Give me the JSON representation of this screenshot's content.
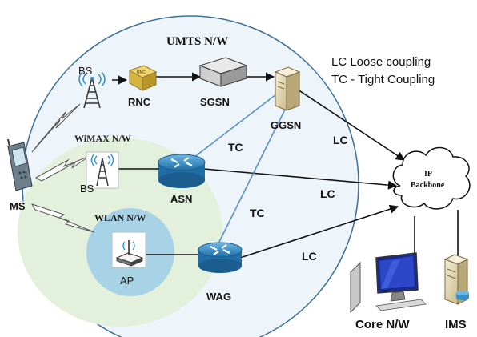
{
  "legend": {
    "lc": "LC  Loose coupling",
    "tc": "TC - Tight Coupling"
  },
  "regions": {
    "umts": "UMTS N/W",
    "wimax": "WiMAX N/W",
    "wlan": "WLAN N/W"
  },
  "nodes": {
    "bs_top": "BS",
    "rnc": "RNC",
    "rnc_box": "RNC",
    "sgsn": "SGSN",
    "ggsn": "GGSN",
    "bs_wimax": "BS",
    "asn": "ASN",
    "ms": "MS",
    "ap": "AP",
    "wag": "WAG",
    "ip_backbone_line1": "IP",
    "ip_backbone_line2": "Backbone",
    "core": "Core N/W",
    "ims": "IMS"
  },
  "links": {
    "tc_asn_ggsn": "TC",
    "tc_wag_ggsn": "TC",
    "lc_ggsn_ip": "LC",
    "lc_asn_ip": "LC",
    "lc_wag_ip": "LC"
  },
  "colors": {
    "umts_fill": "#eef5fa",
    "wimax_fill": "#e3f0dc",
    "wlan_fill": "#a8d3e6",
    "router": "#3a8fc4",
    "tc_line": "#5b8fc9"
  },
  "icons": [
    "antenna-tower-icon",
    "rnc-box-icon",
    "server-icon",
    "router-icon",
    "phone-icon",
    "wifi-ap-icon",
    "cloud-icon",
    "computer-icon",
    "tower-server-icon"
  ]
}
